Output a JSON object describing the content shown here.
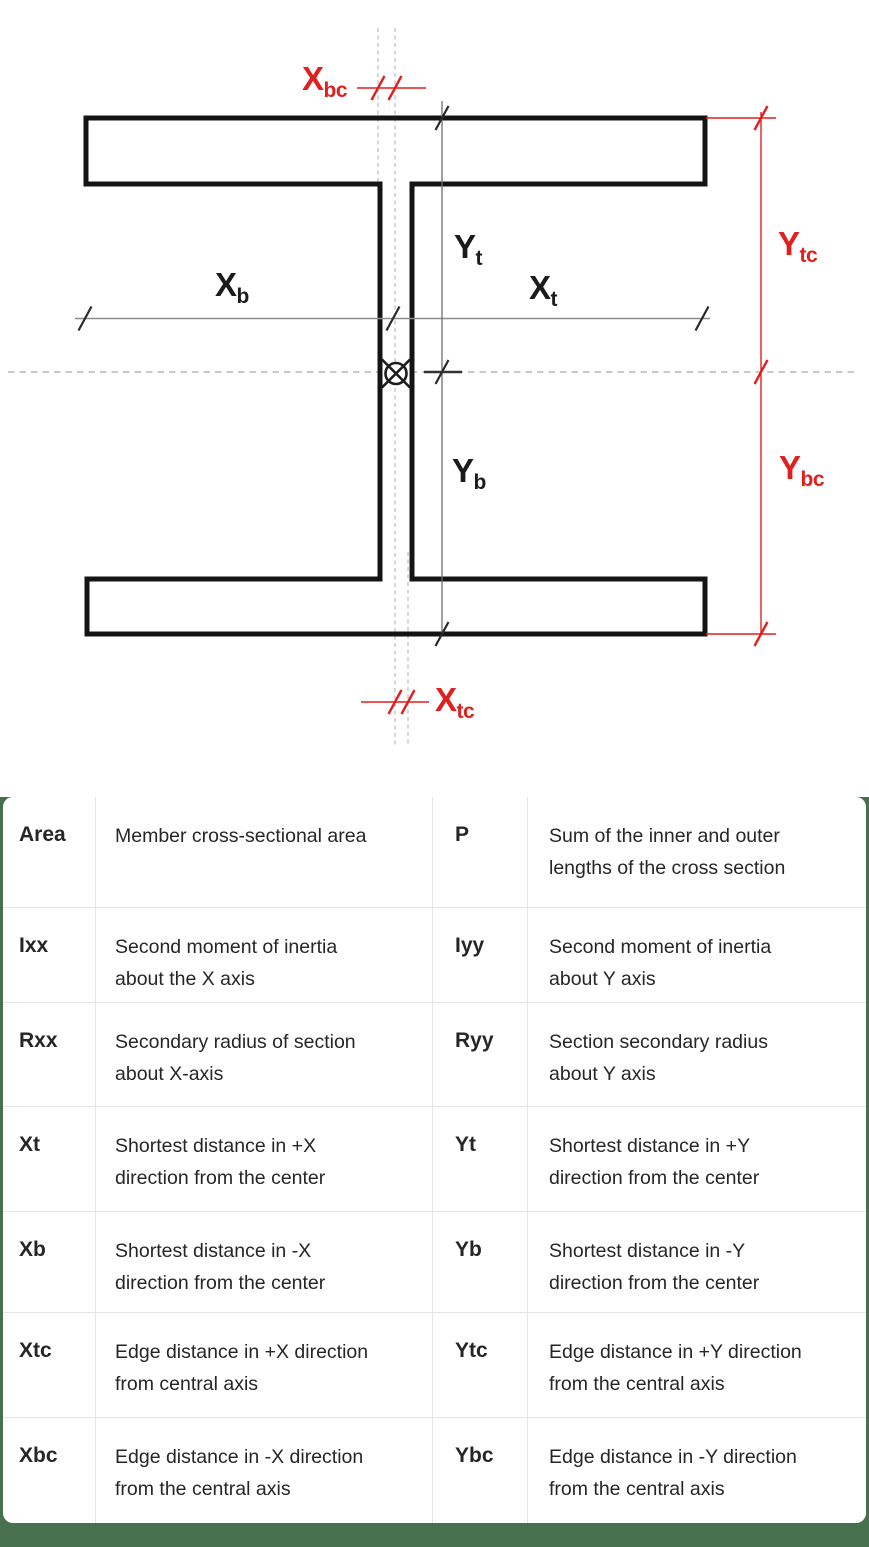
{
  "theme": {
    "accent_red": "#e01f1f",
    "green": "#47714e",
    "ink": "#1b1b1b",
    "table_border": "#e4e4e4",
    "card_bg": "#ffffff",
    "dim_gray": "#8c8c8c"
  },
  "diagram": {
    "labels": {
      "xbc": {
        "main": "X",
        "sub": "bc"
      },
      "ytc": {
        "main": "Y",
        "sub": "tc"
      },
      "yt": {
        "main": "Y",
        "sub": "t"
      },
      "xt": {
        "main": "X",
        "sub": "t"
      },
      "xb": {
        "main": "X",
        "sub": "b"
      },
      "yb": {
        "main": "Y",
        "sub": "b"
      },
      "ybc": {
        "main": "Y",
        "sub": "bc"
      },
      "xtc": {
        "main": "X",
        "sub": "tc"
      }
    }
  },
  "glossary": {
    "rows": [
      {
        "term1": "Area",
        "desc1": "Member cross-sectional area",
        "term2": "P",
        "desc2": "Sum of the inner and outer\nlengths of the cross section"
      },
      {
        "term1": "Ixx",
        "desc1": "Second moment of inertia\nabout the X axis",
        "term2": "Iyy",
        "desc2": "Second moment of inertia\nabout Y axis"
      },
      {
        "term1": "Rxx",
        "desc1": "Secondary radius of section\nabout X-axis",
        "term2": "Ryy",
        "desc2": "Section secondary radius\nabout Y axis"
      },
      {
        "term1": "Xt",
        "desc1": "Shortest distance in +X\ndirection from the center",
        "term2": "Yt",
        "desc2": "Shortest distance in +Y\ndirection from the center"
      },
      {
        "term1": "Xb",
        "desc1": "Shortest distance in -X\ndirection from the center",
        "term2": "Yb",
        "desc2": "Shortest distance in -Y\ndirection from the center"
      },
      {
        "term1": "Xtc",
        "desc1": "Edge distance in +X direction\nfrom central axis",
        "term2": "Ytc",
        "desc2": "Edge distance in +Y direction\nfrom the central axis"
      },
      {
        "term1": "Xbc",
        "desc1": "Edge distance in -X direction\nfrom the central axis",
        "term2": "Ybc",
        "desc2": "Edge distance in -Y direction\nfrom the central axis"
      }
    ]
  }
}
